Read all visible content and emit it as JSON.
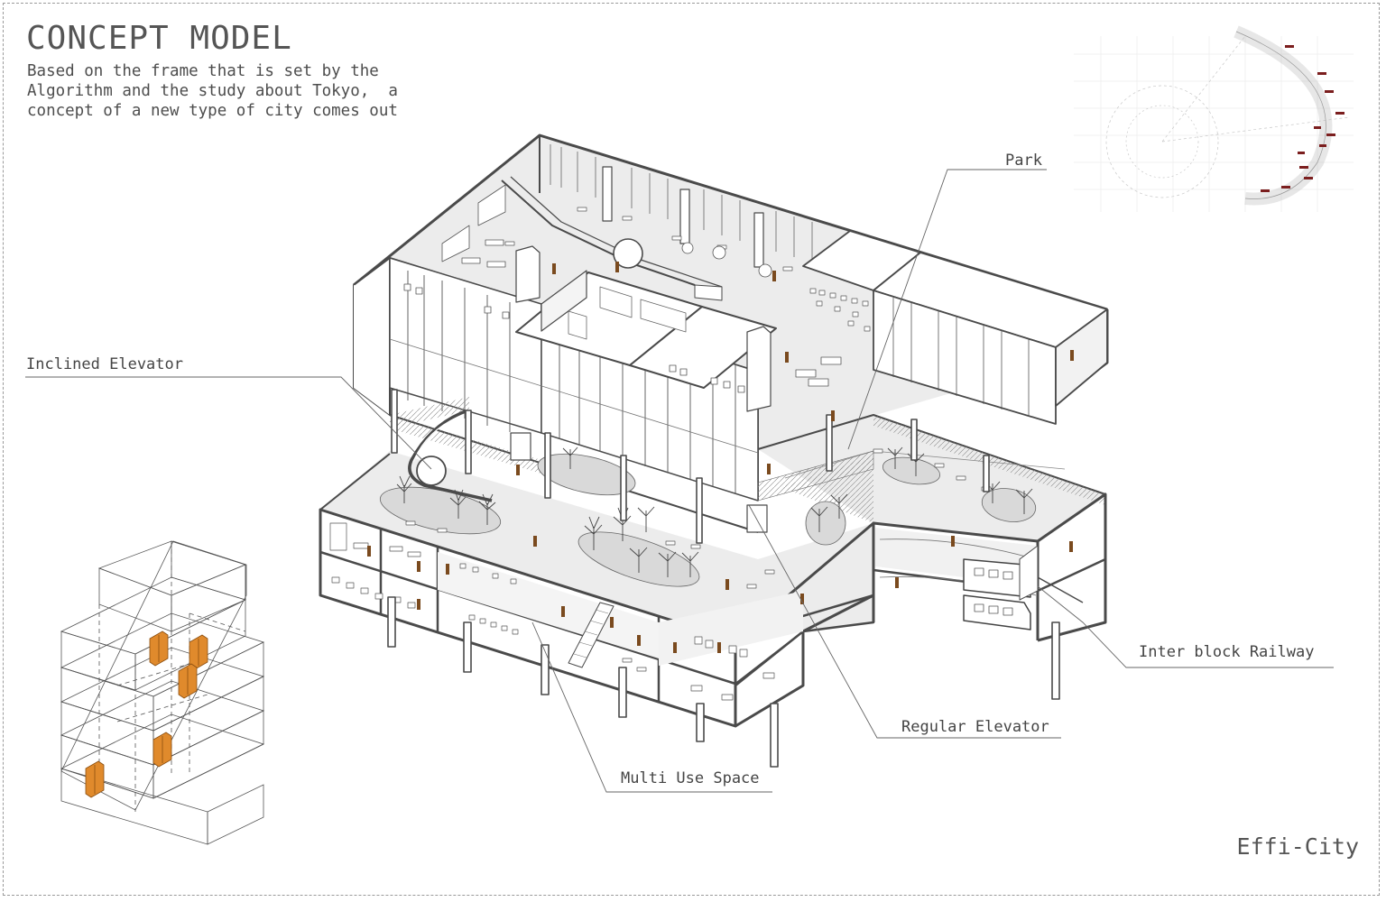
{
  "title": "CONCEPT MODEL",
  "description": [
    "Based on the frame that is set by the",
    "Algorithm and the study about Tokyo,  a",
    "concept of a new type of city comes out"
  ],
  "labels": {
    "park": "Park",
    "inclined_elevator": "Inclined Elevator",
    "inter_block_railway": "Inter block Railway",
    "regular_elevator": "Regular Elevator",
    "multi_use_space": "Multi Use Space"
  },
  "brand": "Effi-City",
  "colors": {
    "line": "#4a4a4a",
    "floor": "#e6e6e6",
    "accent": "#e08a2c",
    "people": "#7a4a1e",
    "train_red": "#7b1e1e"
  }
}
